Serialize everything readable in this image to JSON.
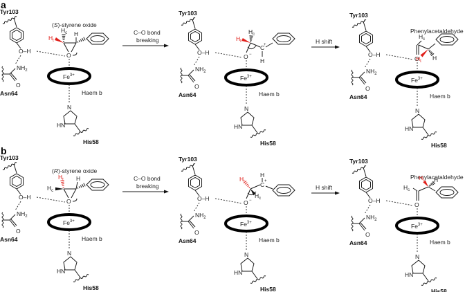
{
  "panels": [
    {
      "label": "a",
      "steps": [
        {
          "substrate": "(S)-styrene oxide",
          "substrate_italic": "S",
          "substrate_rest": "-styrene oxide",
          "Ht": "t",
          "Hc": "c"
        },
        {
          "arrow_label_1": "C–O bond",
          "arrow_label_2": "breaking"
        },
        {
          "arrow_label_1": "H shift"
        },
        {
          "product": "Phenylacetaldehyde"
        }
      ]
    },
    {
      "label": "b",
      "steps": [
        {
          "substrate": "(R)-styrene oxide",
          "substrate_italic": "R",
          "substrate_rest": "-styrene oxide"
        },
        {
          "arrow_label_1": "C–O bond",
          "arrow_label_2": "breaking"
        },
        {
          "arrow_label_1": "H shift"
        },
        {
          "product": "Phenylacetaldehyde"
        }
      ]
    }
  ],
  "residues": {
    "tyr": "Tyr103",
    "asn": "Asn64",
    "his": "His58",
    "haem": "Haem b",
    "iron": "Fe",
    "iron_charge": "3+",
    "o_h": "O–H",
    "nh2": "NH",
    "nh2_sub": "2",
    "carbonyl_o": "O",
    "his_n": "N",
    "his_hn": "HN"
  },
  "atoms": {
    "H": "H",
    "O": "O",
    "C": "C",
    "plus": "+",
    "minus": "−",
    "t": "t",
    "c": "c"
  },
  "colors": {
    "highlight_h": "#e0201b",
    "ink": "#1a1a1a"
  }
}
